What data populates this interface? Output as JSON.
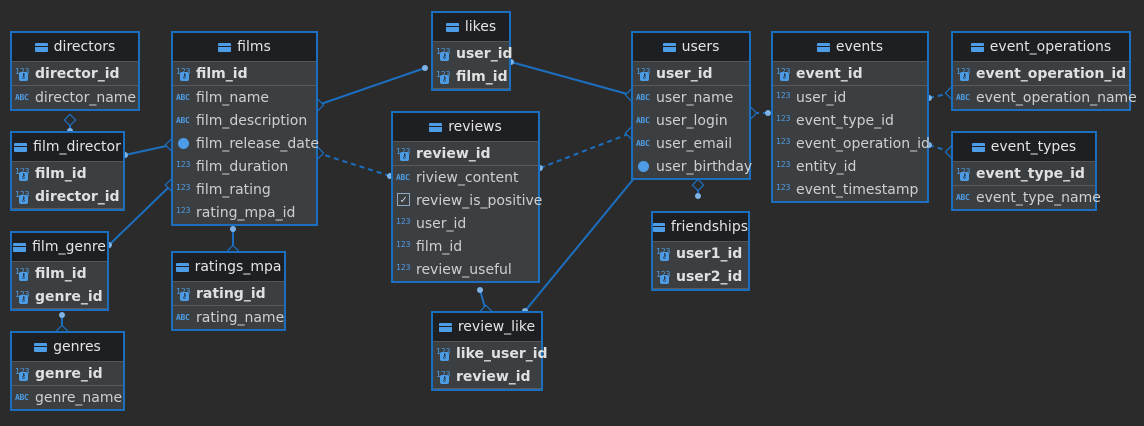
{
  "entities": {
    "directors": {
      "title": "directors",
      "fields": [
        {
          "name": "director_id",
          "type": "123",
          "pk": true
        },
        {
          "name": "director_name",
          "type": "ABC",
          "pk": false
        }
      ]
    },
    "film_director": {
      "title": "film_director",
      "fields": [
        {
          "name": "film_id",
          "type": "123",
          "pk": true
        },
        {
          "name": "director_id",
          "type": "123",
          "pk": true
        }
      ]
    },
    "film_genre": {
      "title": "film_genre",
      "fields": [
        {
          "name": "film_id",
          "type": "123",
          "pk": true
        },
        {
          "name": "genre_id",
          "type": "123",
          "pk": true
        }
      ]
    },
    "genres": {
      "title": "genres",
      "fields": [
        {
          "name": "genre_id",
          "type": "123",
          "pk": true
        },
        {
          "name": "genre_name",
          "type": "ABC",
          "pk": false
        }
      ]
    },
    "films": {
      "title": "films",
      "fields": [
        {
          "name": "film_id",
          "type": "123",
          "pk": true
        },
        {
          "name": "film_name",
          "type": "ABC",
          "pk": false
        },
        {
          "name": "film_description",
          "type": "ABC",
          "pk": false
        },
        {
          "name": "film_release_date",
          "type": "date",
          "pk": false
        },
        {
          "name": "film_duration",
          "type": "123",
          "pk": false
        },
        {
          "name": "film_rating",
          "type": "123",
          "pk": false
        },
        {
          "name": "rating_mpa_id",
          "type": "123",
          "pk": false
        }
      ]
    },
    "ratings_mpa": {
      "title": "ratings_mpa",
      "fields": [
        {
          "name": "rating_id",
          "type": "123",
          "pk": true
        },
        {
          "name": "rating_name",
          "type": "ABC",
          "pk": false
        }
      ]
    },
    "likes": {
      "title": "likes",
      "fields": [
        {
          "name": "user_id",
          "type": "123",
          "pk": true
        },
        {
          "name": "film_id",
          "type": "123",
          "pk": true
        }
      ]
    },
    "reviews": {
      "title": "reviews",
      "fields": [
        {
          "name": "review_id",
          "type": "123",
          "pk": true
        },
        {
          "name": "riview_content",
          "type": "ABC",
          "pk": false
        },
        {
          "name": "review_is_positive",
          "type": "bool",
          "pk": false
        },
        {
          "name": "user_id",
          "type": "123",
          "pk": false
        },
        {
          "name": "film_id",
          "type": "123",
          "pk": false
        },
        {
          "name": "review_useful",
          "type": "123",
          "pk": false
        }
      ]
    },
    "review_like": {
      "title": "review_like",
      "fields": [
        {
          "name": "like_user_id",
          "type": "123",
          "pk": true
        },
        {
          "name": "review_id",
          "type": "123",
          "pk": true
        }
      ]
    },
    "users": {
      "title": "users",
      "fields": [
        {
          "name": "user_id",
          "type": "123",
          "pk": true
        },
        {
          "name": "user_name",
          "type": "ABC",
          "pk": false
        },
        {
          "name": "user_login",
          "type": "ABC",
          "pk": false
        },
        {
          "name": "user_email",
          "type": "ABC",
          "pk": false
        },
        {
          "name": "user_birthday",
          "type": "date",
          "pk": false
        }
      ]
    },
    "friendships": {
      "title": "friendships",
      "fields": [
        {
          "name": "user1_id",
          "type": "123",
          "pk": true
        },
        {
          "name": "user2_id",
          "type": "123",
          "pk": true
        }
      ]
    },
    "events": {
      "title": "events",
      "fields": [
        {
          "name": "event_id",
          "type": "123",
          "pk": true
        },
        {
          "name": "user_id",
          "type": "123",
          "pk": false
        },
        {
          "name": "event_type_id",
          "type": "123",
          "pk": false
        },
        {
          "name": "event_operation_id",
          "type": "123",
          "pk": false
        },
        {
          "name": "entity_id",
          "type": "123",
          "pk": false
        },
        {
          "name": "event_timestamp",
          "type": "123",
          "pk": false
        }
      ]
    },
    "event_operations": {
      "title": "event_operations",
      "fields": [
        {
          "name": "event_operation_id",
          "type": "123",
          "pk": true
        },
        {
          "name": "event_operation_name",
          "type": "ABC",
          "pk": false
        }
      ]
    },
    "event_types": {
      "title": "event_types",
      "fields": [
        {
          "name": "event_type_id",
          "type": "123",
          "pk": true
        },
        {
          "name": "event_type_name",
          "type": "ABC",
          "pk": false
        }
      ]
    }
  },
  "relations": [
    {
      "from": "film_director",
      "to": "directors",
      "style": "solid"
    },
    {
      "from": "film_director",
      "to": "films",
      "style": "solid"
    },
    {
      "from": "film_genre",
      "to": "films",
      "style": "solid"
    },
    {
      "from": "film_genre",
      "to": "genres",
      "style": "solid"
    },
    {
      "from": "films",
      "to": "ratings_mpa",
      "style": "solid"
    },
    {
      "from": "likes",
      "to": "films",
      "style": "solid"
    },
    {
      "from": "likes",
      "to": "users",
      "style": "solid"
    },
    {
      "from": "reviews",
      "to": "films",
      "style": "dashed"
    },
    {
      "from": "reviews",
      "to": "users",
      "style": "dashed"
    },
    {
      "from": "review_like",
      "to": "reviews",
      "style": "solid"
    },
    {
      "from": "review_like",
      "to": "users",
      "style": "solid"
    },
    {
      "from": "friendships",
      "to": "users",
      "style": "solid"
    },
    {
      "from": "events",
      "to": "users",
      "style": "dashed"
    },
    {
      "from": "events",
      "to": "event_operations",
      "style": "dashed"
    },
    {
      "from": "events",
      "to": "event_types",
      "style": "dashed"
    }
  ],
  "colors": {
    "background": "#2b2b2b",
    "entity_border": "#1c6fbf",
    "header": "#1e1f22",
    "body": "#3c3f41",
    "link": "#1c6fbf"
  }
}
